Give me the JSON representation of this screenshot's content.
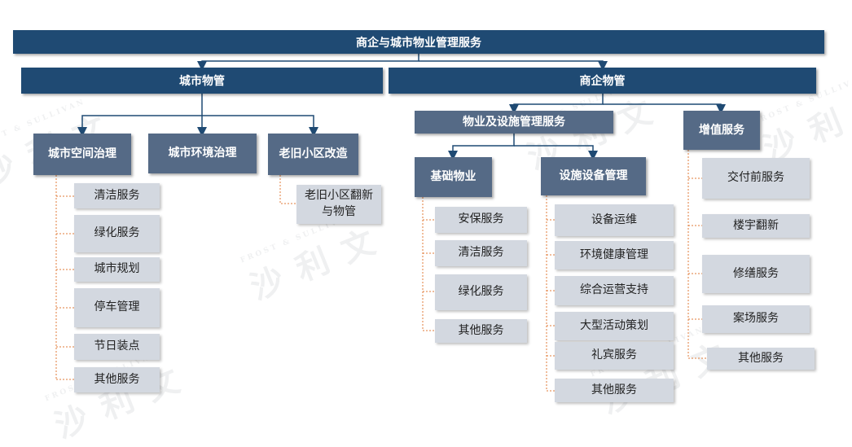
{
  "root": "商企与城市物业管理服务",
  "city": {
    "title": "城市物管",
    "space": {
      "title": "城市空间治理",
      "items": [
        "清洁服务",
        "绿化服务",
        "城市规划",
        "停车管理",
        "节日装点",
        "其他服务"
      ]
    },
    "environment": {
      "title": "城市环境治理"
    },
    "renovation": {
      "title": "老旧小区改造",
      "items": [
        "老旧小区翻新与物管"
      ]
    }
  },
  "business": {
    "title": "商企物管",
    "facility": {
      "title": "物业及设施管理服务",
      "basic": {
        "title": "基础物业",
        "items": [
          "安保服务",
          "清洁服务",
          "绿化服务",
          "其他服务"
        ]
      },
      "equipment": {
        "title": "设施设备管理",
        "items": [
          "设备运维",
          "环境健康管理",
          "综合运营支持",
          "大型活动策划",
          "礼宾服务",
          "其他服务"
        ]
      }
    },
    "value_added": {
      "title": "增值服务",
      "items": [
        "交付前服务",
        "楼宇翻新",
        "修缮服务",
        "案场服务",
        "其他服务"
      ]
    }
  },
  "watermark": {
    "cn": "沙利文",
    "en": "FROST & SULLIVAN"
  },
  "colors": {
    "dark": "#1f4a73",
    "mid": "#556a86",
    "leaf": "#d3d8e0",
    "arrow": "#1f4a73",
    "dash": "#e07b39"
  }
}
